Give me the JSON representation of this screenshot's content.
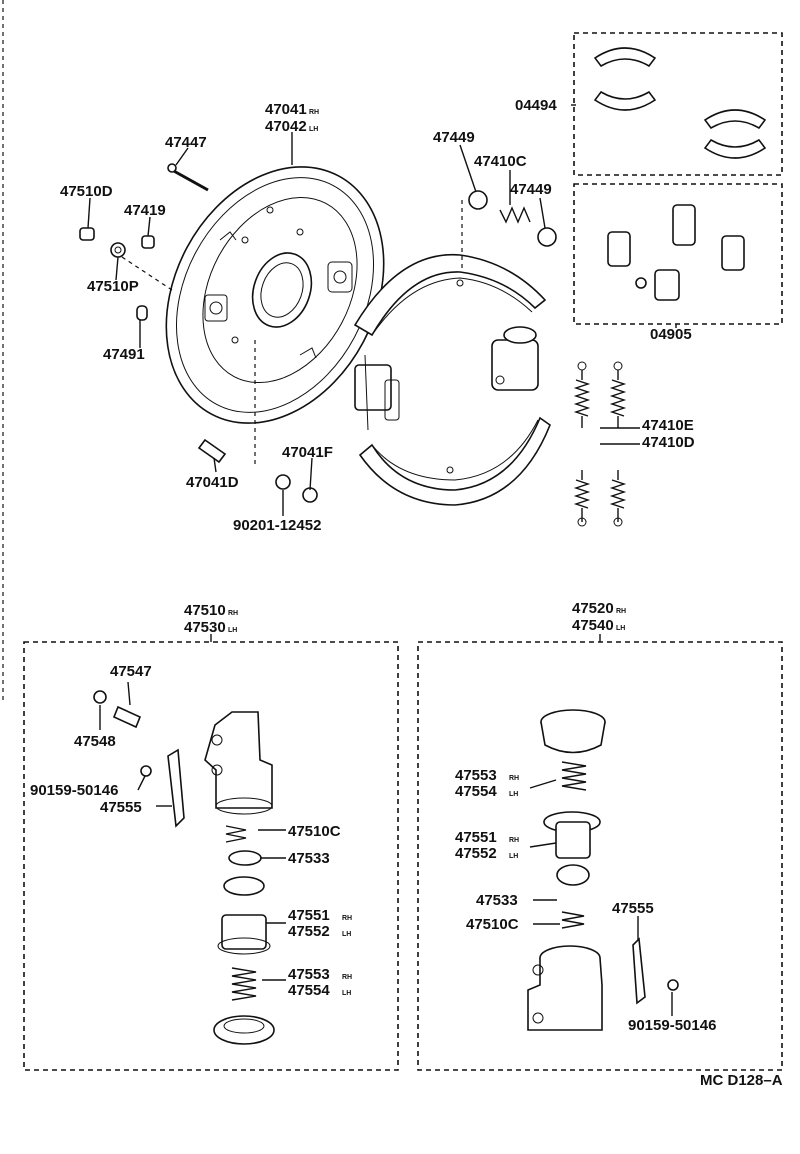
{
  "labels": {
    "p47041": "47041",
    "p47042": "47042",
    "p47447": "47447",
    "p47510D": "47510D",
    "p47419": "47419",
    "p47510P": "47510P",
    "p47491": "47491",
    "p47041D": "47041D",
    "p47041F": "47041F",
    "p90201": "90201-12452",
    "p47449a": "47449",
    "p47410C": "47410C",
    "p47449b": "47449",
    "p04494": "04494",
    "p04905": "04905",
    "p47410E": "47410E",
    "p47410D": "47410D",
    "p47510": "47510",
    "p47530": "47530",
    "p47520": "47520",
    "p47540": "47540",
    "l47547": "47547",
    "l47548": "47548",
    "l90159": "90159-50146",
    "l47555": "47555",
    "l47510C": "47510C",
    "l47533": "47533",
    "l47551": "47551",
    "l47552": "47552",
    "l47553": "47553",
    "l47554": "47554",
    "r47553": "47553",
    "r47554": "47554",
    "r47551": "47551",
    "r47552": "47552",
    "r47533": "47533",
    "r47510C": "47510C",
    "r47555": "47555",
    "r90159": "90159-50146",
    "code": "MC D128–A"
  },
  "side_tags": {
    "rh": "RH",
    "lh": "LH"
  }
}
